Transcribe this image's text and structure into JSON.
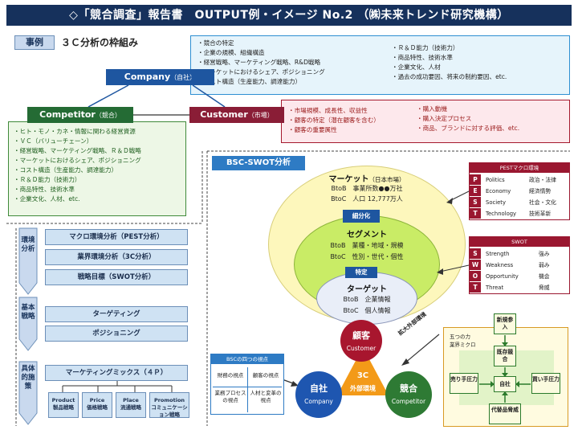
{
  "header": {
    "title": "◇「競合調査」報告書　OUTPUT例・イメージ No.2 （㈱未来トレンド研究機構）"
  },
  "case": {
    "tag": "事例",
    "title": "３Ｃ分析の枠組み"
  },
  "company": {
    "label": "Company",
    "sub": "（自社）",
    "items_left": [
      "競合の特定",
      "企業の規模、組織構造",
      "経営戦略、マーケティング戦略、R&D戦略",
      "マーケットにおけるシェア、ポジショニング",
      "コスト構造（生産能力、調達能力）"
    ],
    "items_right": [
      "Ｒ＆Ｄ能力（技術力）",
      "商品特性、技術水準",
      "企業文化、人材",
      "過去の成功要因、将来の制約要因、etc."
    ]
  },
  "competitor": {
    "label": "Competitor",
    "sub": "（競合）",
    "items": [
      "ヒト・モノ・カネ・情報に関わる経営資源",
      "ＶＣ（バリューチェーン）",
      "経営戦略、マーケティング戦略、Ｒ＆Ｄ戦略",
      "マーケットにおけるシェア、ポジショニング",
      "コスト構造（生産能力、調達能力）",
      "Ｒ＆Ｄ能力（技術力）",
      "商品特性、技術水準",
      "企業文化、人材、etc."
    ]
  },
  "customer": {
    "label": "Customer",
    "sub": "（市場）",
    "items_left": [
      "市場規模、成長性、収益性",
      "顧客の特定（潜在顧客を含む）",
      "顧客の重要属性"
    ],
    "items_right": [
      "購入動機",
      "購入決定プロセス",
      "商品、ブランドに対する評価、etc."
    ]
  },
  "flow": {
    "env_label": "環境分析",
    "basic_label": "基本戦略",
    "concrete_label": "具体的施策",
    "env_steps": [
      "マクロ環境分析（PEST分析）",
      "業界環境分析（3C分析）",
      "戦略目標（SWOT分析）"
    ],
    "basic_steps": [
      "ターゲティング",
      "ポジショニング"
    ],
    "mix": "マーケティングミックス（４Ｐ）",
    "p4": [
      {
        "en": "Product",
        "ja": "製品戦略"
      },
      {
        "en": "Price",
        "ja": "価格戦略"
      },
      {
        "en": "Place",
        "ja": "流通戦略"
      },
      {
        "en": "Promotion",
        "ja": "コミュニケーション戦略"
      }
    ]
  },
  "bsc": {
    "title": "BSC-SWOT分析",
    "market": {
      "title": "マーケット",
      "title_sub": "（日本市場）",
      "btob": "BtoB　事業所数●●万社",
      "btoc": "BtoC　人口 12,777万人"
    },
    "arrow1": "細分化",
    "segment": {
      "title": "セグメント",
      "btob": "BtoB　業種・地域・規模",
      "btoc": "BtoC　性別・世代・個性"
    },
    "arrow2": "特定",
    "target": {
      "title": "ターゲット",
      "btob": "BtoB　企業情報",
      "btoc": "BtoC　個人情報"
    },
    "customer_circle": {
      "ja": "顧客",
      "en": "Customer"
    },
    "company_circle": {
      "ja": "自社",
      "en": "Company"
    },
    "competitor_circle": {
      "ja": "競合",
      "en": "Competitor"
    },
    "center": {
      "line1": "3C",
      "line2": "外部環境"
    },
    "expand_label": "拡大外部環境"
  },
  "pest": {
    "title": "PESTマクロ環境",
    "rows": [
      {
        "letter": "P",
        "en": "Politics",
        "ja": "政治・法律"
      },
      {
        "letter": "E",
        "en": "Economy",
        "ja": "経済情勢"
      },
      {
        "letter": "S",
        "en": "Society",
        "ja": "社会・文化"
      },
      {
        "letter": "T",
        "en": "Technology",
        "ja": "技術革新"
      }
    ]
  },
  "swot": {
    "title": "SWOT",
    "rows": [
      {
        "letter": "S",
        "en": "Strength",
        "ja": "強み"
      },
      {
        "letter": "W",
        "en": "Weakness",
        "ja": "弱み"
      },
      {
        "letter": "O",
        "en": "Opportunity",
        "ja": "機会"
      },
      {
        "letter": "T",
        "en": "Threat",
        "ja": "脅威"
      }
    ]
  },
  "bsc4": {
    "title": "BSCの四つの視点",
    "cells": [
      "財務の視点",
      "顧客の視点",
      "業務プロセスの視点",
      "人材と変革の視点"
    ]
  },
  "five_forces": {
    "title": "五つの力",
    "subtitle": "業界ミクロ",
    "new_entry": "新規参入",
    "existing": "既存競合",
    "seller": "売り手圧力",
    "center": "自社",
    "buyer": "買い手圧力",
    "substitute": "代替品脅威"
  }
}
